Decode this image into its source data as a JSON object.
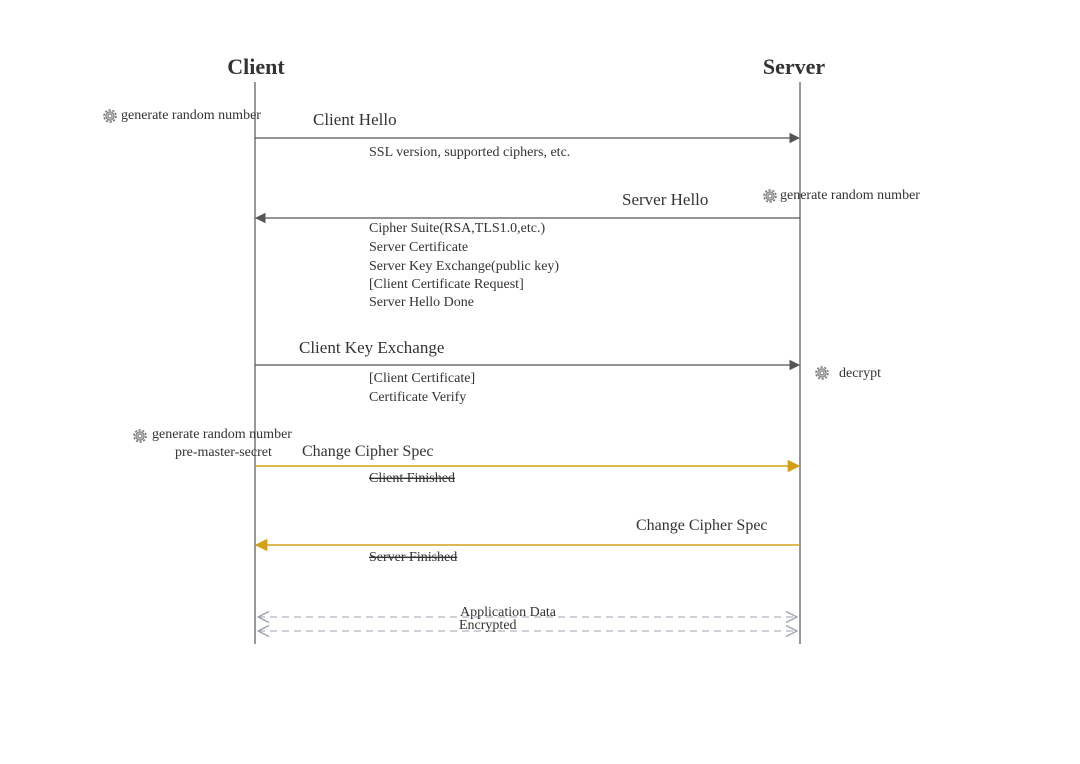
{
  "participants": {
    "client": "Client",
    "server": "Server"
  },
  "colors": {
    "line": "#555555",
    "accent": "#d4a017",
    "dashed": "#9aa4b2",
    "text": "#333333"
  },
  "notes": {
    "client_random_1": "generate random number",
    "server_random": "generate random number",
    "server_decrypt": "decrypt",
    "client_random_2": "generate random number",
    "pre_master_secret": "pre-master-secret"
  },
  "messages": {
    "client_hello": {
      "label": "Client Hello",
      "details": [
        "SSL version, supported ciphers, etc."
      ]
    },
    "server_hello": {
      "label": "Server Hello",
      "details": [
        "Cipher Suite(RSA,TLS1.0,etc.)",
        "Server Certificate",
        "Server Key Exchange(public key)",
        "[Client Certificate Request]",
        "Server Hello Done"
      ]
    },
    "client_key_exchange": {
      "label": "Client Key Exchange",
      "details": [
        "[Client Certificate]",
        "Certificate Verify"
      ]
    },
    "client_change_cipher": {
      "label": "Change Cipher Spec",
      "details": [
        "Client Finished"
      ]
    },
    "server_change_cipher": {
      "label": "Change Cipher Spec",
      "details": [
        "Server Finished"
      ]
    },
    "application_data": {
      "label": "Application Data",
      "sublabel": "Encrypted"
    }
  }
}
